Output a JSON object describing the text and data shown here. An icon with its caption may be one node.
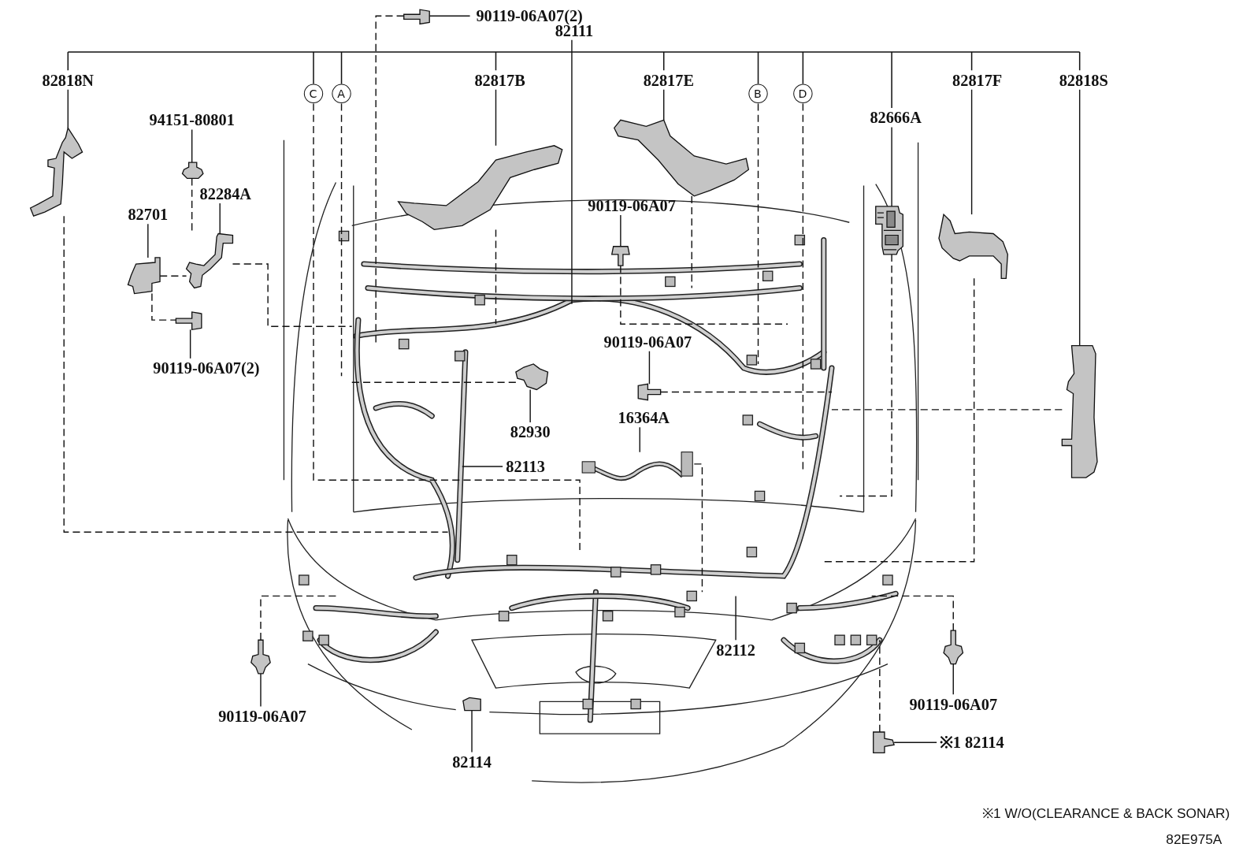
{
  "diagram": {
    "nodes": [
      {
        "text": [
          "82111"
        ]
      },
      {
        "text": [
          "82818N"
        ]
      },
      {
        "text": [],
        "shape": "picture"
      },
      {
        "text": [
          "C"
        ]
      },
      {
        "text": [
          "A"
        ]
      },
      {
        "text": [
          "82817B"
        ]
      },
      {
        "text": [],
        "shape": "picture"
      },
      {
        "text": [
          "82817E"
        ]
      },
      {
        "text": [],
        "shape": "picture"
      },
      {
        "text": [
          "B"
        ]
      },
      {
        "text": [
          "D"
        ]
      },
      {
        "text": [
          "82666A"
        ]
      },
      {
        "text": [],
        "shape": "picture"
      },
      {
        "text": [
          "82817F"
        ]
      },
      {
        "text": [],
        "shape": "picture"
      },
      {
        "text": [
          "82818S"
        ]
      },
      {
        "text": [],
        "shape": "picture"
      },
      {
        "text": [
          "90119-06A07(2)"
        ]
      },
      {
        "text": [],
        "shape": "picture"
      },
      {
        "text": [
          "94151-80801"
        ]
      },
      {
        "text": [],
        "shape": "picture"
      },
      {
        "text": [
          "82284A"
        ]
      },
      {
        "text": [],
        "shape": "picture"
      },
      {
        "text": [
          "82701"
        ]
      },
      {
        "text": [],
        "shape": "picture"
      },
      {
        "text": [],
        "shape": "picture"
      },
      {
        "text": [
          "90119-06A07(2)"
        ]
      },
      {
        "text": [
          "90119-06A07"
        ]
      },
      {
        "text": [],
        "shape": "picture"
      },
      {
        "text": [
          "90119-06A07"
        ]
      },
      {
        "text": [],
        "shape": "picture"
      },
      {
        "text": [],
        "shape": "picture"
      },
      {
        "text": [
          "82930"
        ]
      },
      {
        "text": [
          "16364A"
        ]
      },
      {
        "text": [],
        "shape": "picture"
      },
      {
        "text": [
          "82113"
        ]
      },
      {
        "text": [
          "82112"
        ]
      },
      {
        "text": [],
        "shape": "picture"
      },
      {
        "text": [
          "90119-06A07"
        ]
      },
      {
        "text": [],
        "shape": "picture"
      },
      {
        "text": [
          "90119-06A07"
        ]
      },
      {
        "text": [
          "82114"
        ]
      },
      {
        "text": [],
        "shape": "picture"
      },
      {
        "text": [
          "※1 82114"
        ]
      },
      {
        "text": [],
        "shape": "picture"
      }
    ],
    "edges": [
      {
        "from": 0,
        "to": null,
        "arrow": "none"
      },
      {
        "from": 1,
        "to": 2,
        "arrow": "none"
      },
      {
        "from": 2,
        "to": null,
        "arrow": "none",
        "style": "dashed"
      },
      {
        "from": 3,
        "to": null,
        "arrow": "none",
        "style": "dashed"
      },
      {
        "from": 4,
        "to": null,
        "arrow": "none",
        "style": "dashed"
      },
      {
        "from": 5,
        "to": 6,
        "arrow": "none"
      },
      {
        "from": 6,
        "to": null,
        "arrow": "none",
        "style": "dashed"
      },
      {
        "from": 7,
        "to": 8,
        "arrow": "none"
      },
      {
        "from": 8,
        "to": null,
        "arrow": "none",
        "style": "dashed"
      },
      {
        "from": 9,
        "to": null,
        "arrow": "none",
        "style": "dashed"
      },
      {
        "from": 10,
        "to": null,
        "arrow": "none",
        "style": "dashed"
      },
      {
        "from": 11,
        "to": 12,
        "arrow": "none"
      },
      {
        "from": 12,
        "to": null,
        "arrow": "none",
        "style": "dashed"
      },
      {
        "from": 13,
        "to": 14,
        "arrow": "none"
      },
      {
        "from": 14,
        "to": null,
        "arrow": "none",
        "style": "dashed"
      },
      {
        "from": 15,
        "to": 16,
        "arrow": "none"
      },
      {
        "from": 16,
        "to": null,
        "arrow": "none",
        "style": "dashed"
      },
      {
        "from": 18,
        "to": 17,
        "arrow": "none"
      },
      {
        "from": 18,
        "to": null,
        "arrow": "none",
        "style": "dashed"
      },
      {
        "from": 19,
        "to": 20,
        "arrow": "none"
      },
      {
        "from": 20,
        "to": 22,
        "arrow": "none",
        "style": "dashed"
      },
      {
        "from": 21,
        "to": 22,
        "arrow": "none"
      },
      {
        "from": 22,
        "to": null,
        "arrow": "none",
        "style": "dashed"
      },
      {
        "from": 23,
        "to": 24,
        "arrow": "none"
      },
      {
        "from": 24,
        "to": 22,
        "arrow": "none",
        "style": "dashed"
      },
      {
        "from": 24,
        "to": 25,
        "arrow": "none",
        "style": "dashed"
      },
      {
        "from": 25,
        "to": 26,
        "arrow": "none"
      },
      {
        "from": 27,
        "to": 28,
        "arrow": "none"
      },
      {
        "from": 28,
        "to": null,
        "arrow": "none",
        "style": "dashed"
      },
      {
        "from": 29,
        "to": 30,
        "arrow": "none"
      },
      {
        "from": 30,
        "to": null,
        "arrow": "none",
        "style": "dashed"
      },
      {
        "from": 31,
        "to": 32,
        "arrow": "none"
      },
      {
        "from": 31,
        "to": null,
        "arrow": "none",
        "style": "dashed"
      },
      {
        "from": 33,
        "to": 34,
        "arrow": "none"
      },
      {
        "from": 34,
        "to": null,
        "arrow": "none",
        "style": "dashed"
      },
      {
        "from": 35,
        "to": null,
        "arrow": "none"
      },
      {
        "from": 36,
        "to": null,
        "arrow": "none"
      },
      {
        "from": 37,
        "to": 38,
        "arrow": "none"
      },
      {
        "from": 37,
        "to": null,
        "arrow": "none",
        "style": "dashed"
      },
      {
        "from": 39,
        "to": 40,
        "arrow": "none"
      },
      {
        "from": 39,
        "to": null,
        "arrow": "none",
        "style": "dashed"
      },
      {
        "from": 41,
        "to": 44,
        "arrow": "none"
      },
      {
        "from": 43,
        "to": 42,
        "arrow": "none"
      },
      {
        "from": 42,
        "to": null,
        "arrow": "none",
        "style": "dashed"
      }
    ],
    "labels": [
      "※1 W/O(CLEARANCE & BACK SONAR)",
      "82E975A"
    ]
  }
}
